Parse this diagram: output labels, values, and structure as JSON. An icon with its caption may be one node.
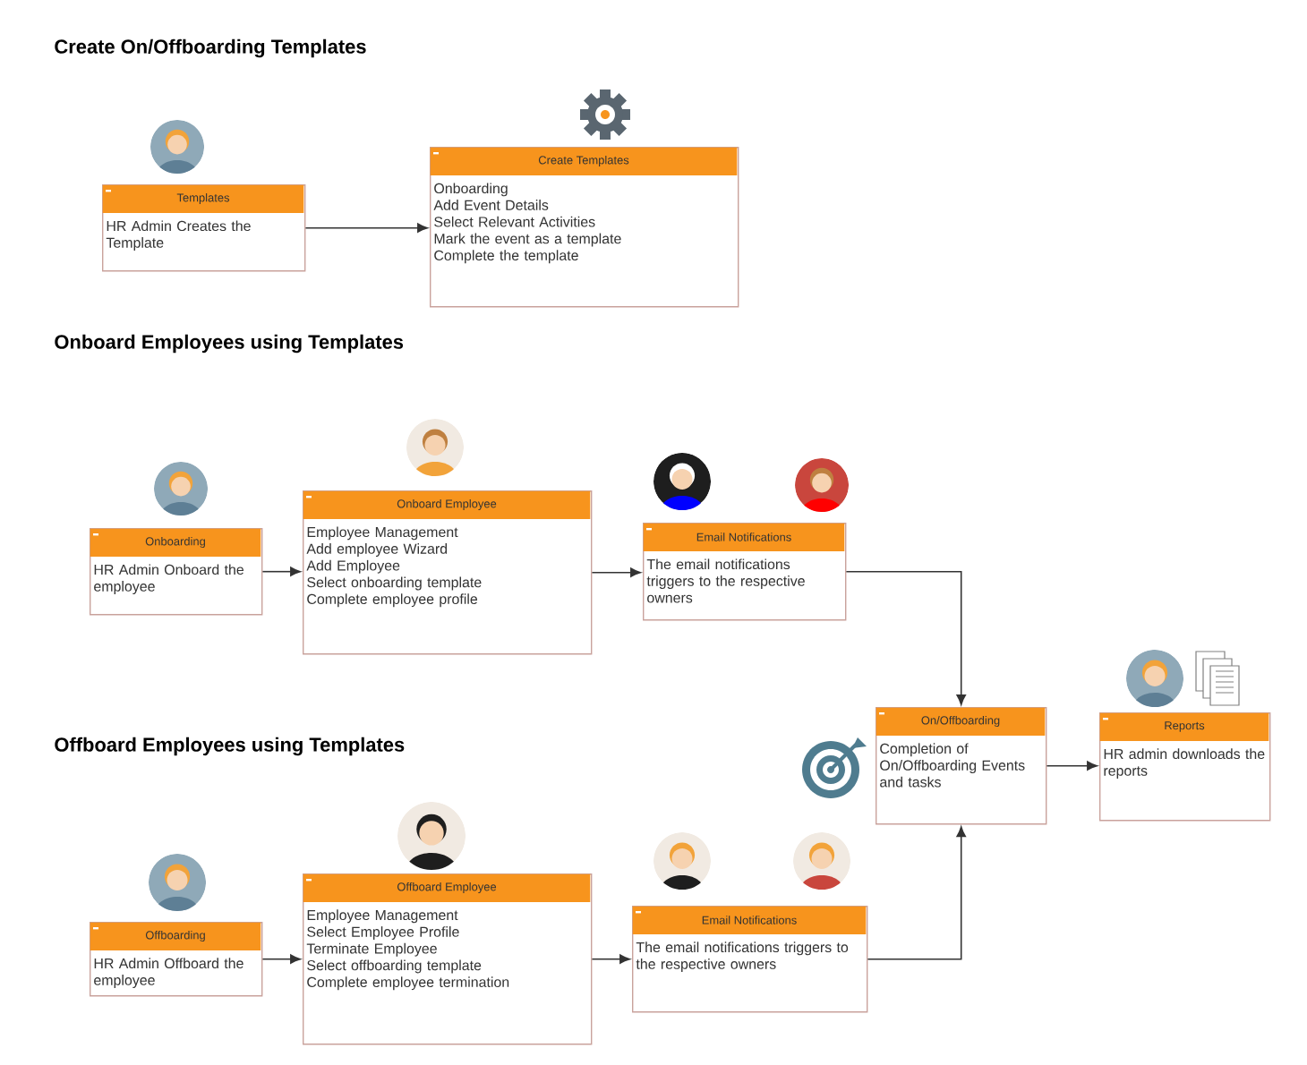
{
  "diagram": {
    "nodes": [
      {
        "text": [
          "Templates",
          "HR Admin Creates the Template"
        ]
      },
      {
        "text": [
          "Create Templates",
          "Onboarding",
          "Add Event Details",
          "Select Relevant Activities",
          "Mark the event as a template",
          "Complete the template"
        ]
      },
      {
        "text": [
          "Onboarding",
          "HR Admin Onboard the employee"
        ]
      },
      {
        "text": [
          "Onboard Employee",
          "Employee Management",
          "Add employee Wizard",
          "Add Employee",
          "Select onboarding template",
          "Complete employee profile"
        ]
      },
      {
        "text": [
          "Email Notifications",
          "The email notifications triggers to the respective owners"
        ]
      },
      {
        "text": [
          "On/Offboarding",
          "Completion of On/Offboarding Events and tasks"
        ]
      },
      {
        "text": [
          "Reports",
          "HR admin downloads the reports"
        ]
      },
      {
        "text": [
          "Offboarding",
          "HR Admin Offboard the employee"
        ]
      },
      {
        "text": [
          "Offboard Employee",
          "Employee Management",
          "Select Employee Profile",
          "Terminate Employee",
          "Select offboarding template",
          "Complete employee termination"
        ]
      },
      {
        "text": [
          "Email Notifications",
          "The email notifications triggers to the respective owners"
        ]
      }
    ],
    "edges": [
      {
        "from": 0,
        "to": 1,
        "arrow": "to"
      },
      {
        "from": 2,
        "to": 3,
        "arrow": "to"
      },
      {
        "from": 3,
        "to": 4,
        "arrow": "to"
      },
      {
        "from": 4,
        "to": 5,
        "arrow": "to"
      },
      {
        "from": 5,
        "to": 6,
        "arrow": "to"
      },
      {
        "from": 7,
        "to": 8,
        "arrow": "to"
      },
      {
        "from": 8,
        "to": 9,
        "arrow": "to"
      },
      {
        "from": 9,
        "to": 5,
        "arrow": "to"
      }
    ],
    "labels": [
      "Create On/Offboarding Templates",
      "Onboard Employees using  Templates",
      "Offboard Employees using Templates"
    ]
  }
}
